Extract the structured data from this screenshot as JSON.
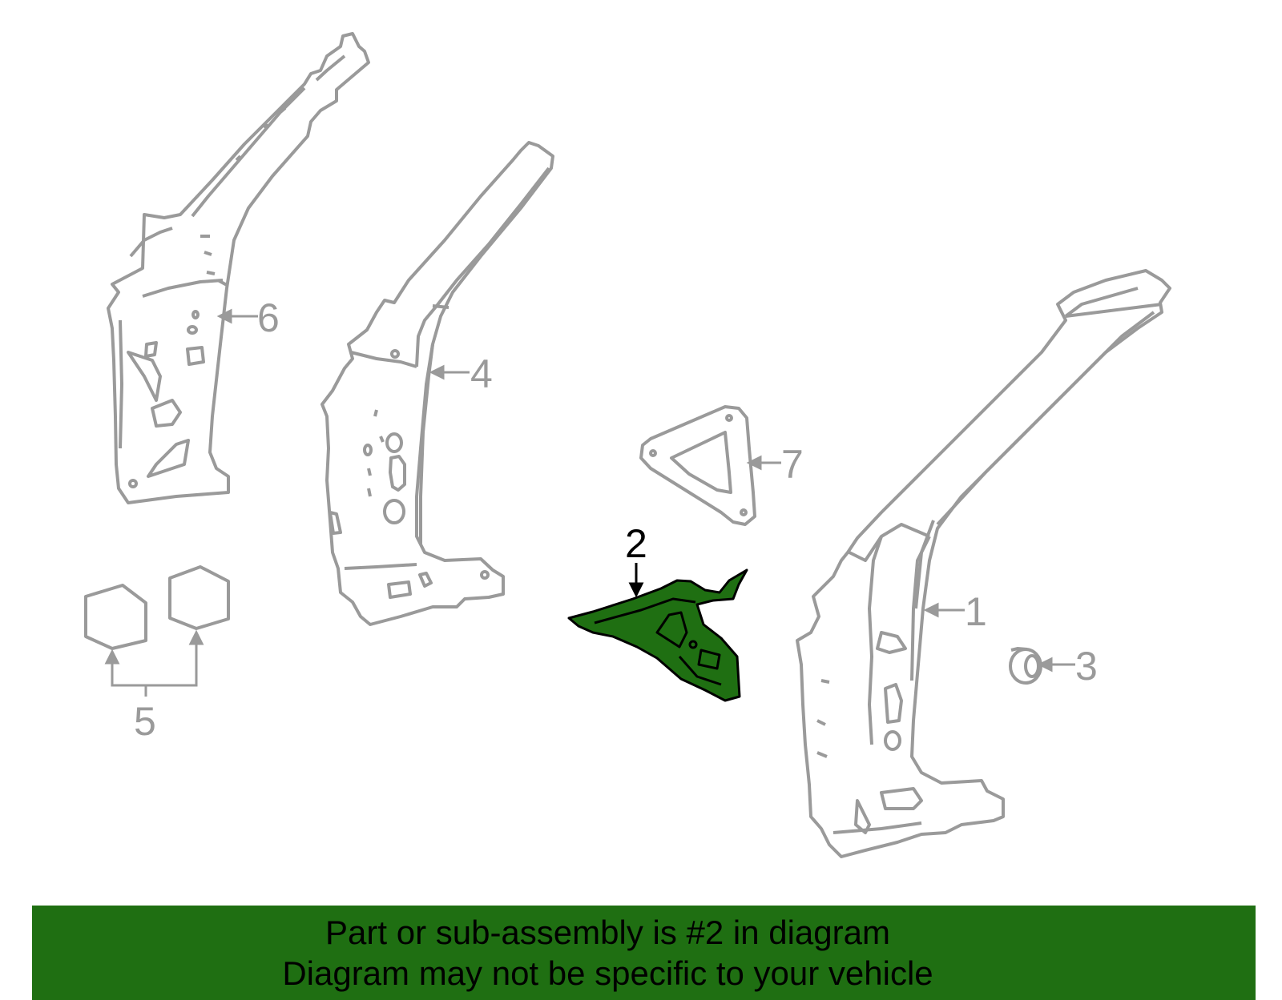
{
  "colors": {
    "outline_gray": "#9a9a9a",
    "highlight_green": "#1f6f12",
    "highlight_stroke": "#000000",
    "banner_bg": "#1f6f12",
    "banner_text": "#000000"
  },
  "highlighted_part": "2",
  "callouts": [
    {
      "id": "part-1",
      "label": "1"
    },
    {
      "id": "part-2",
      "label": "2"
    },
    {
      "id": "part-3",
      "label": "3"
    },
    {
      "id": "part-4",
      "label": "4"
    },
    {
      "id": "part-5",
      "label": "5"
    },
    {
      "id": "part-6",
      "label": "6"
    },
    {
      "id": "part-7",
      "label": "7"
    }
  ],
  "banner": {
    "line1": "Part or sub-assembly is #2 in diagram",
    "line2": "Diagram may not be specific to your vehicle"
  }
}
